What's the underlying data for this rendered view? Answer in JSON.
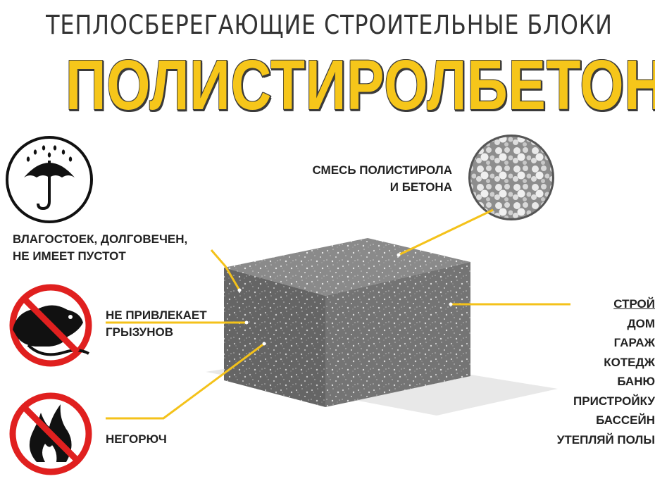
{
  "header": {
    "subtitle": "ТЕПЛОСБЕРЕГАЮЩИЕ СТРОИТЕЛЬНЫЕ БЛОКИ",
    "title": "ПОЛИСТИРОЛБЕТОН"
  },
  "features": [
    {
      "icon": "umbrella-rain-icon",
      "lines": [
        "ВЛАГОСТОЕК, ДОЛГОВЕЧЕН,",
        "НЕ ИМЕЕТ ПУСТОТ"
      ]
    },
    {
      "icon": "no-rodents-icon",
      "lines": [
        "НЕ ПРИВЛЕКАЕТ",
        "ГРЫЗУНОВ"
      ]
    },
    {
      "icon": "no-fire-icon",
      "lines": [
        "НЕГОРЮЧ"
      ]
    }
  ],
  "composition": {
    "lines": [
      "СМЕСЬ ПОЛИСТИРОЛА",
      "И БЕТОНА"
    ]
  },
  "uses": [
    "СТРОЙ",
    "ДОМ",
    "ГАРАЖ",
    "КОТЕДЖ",
    "БАНЮ",
    "ПРИСТРОЙКУ",
    "БАССЕЙН",
    "УТЕПЛЯЙ ПОЛЫ"
  ],
  "colors": {
    "accent": "#f6c61a",
    "prohibition": "#e0201f",
    "block": "#6f6f6f"
  }
}
